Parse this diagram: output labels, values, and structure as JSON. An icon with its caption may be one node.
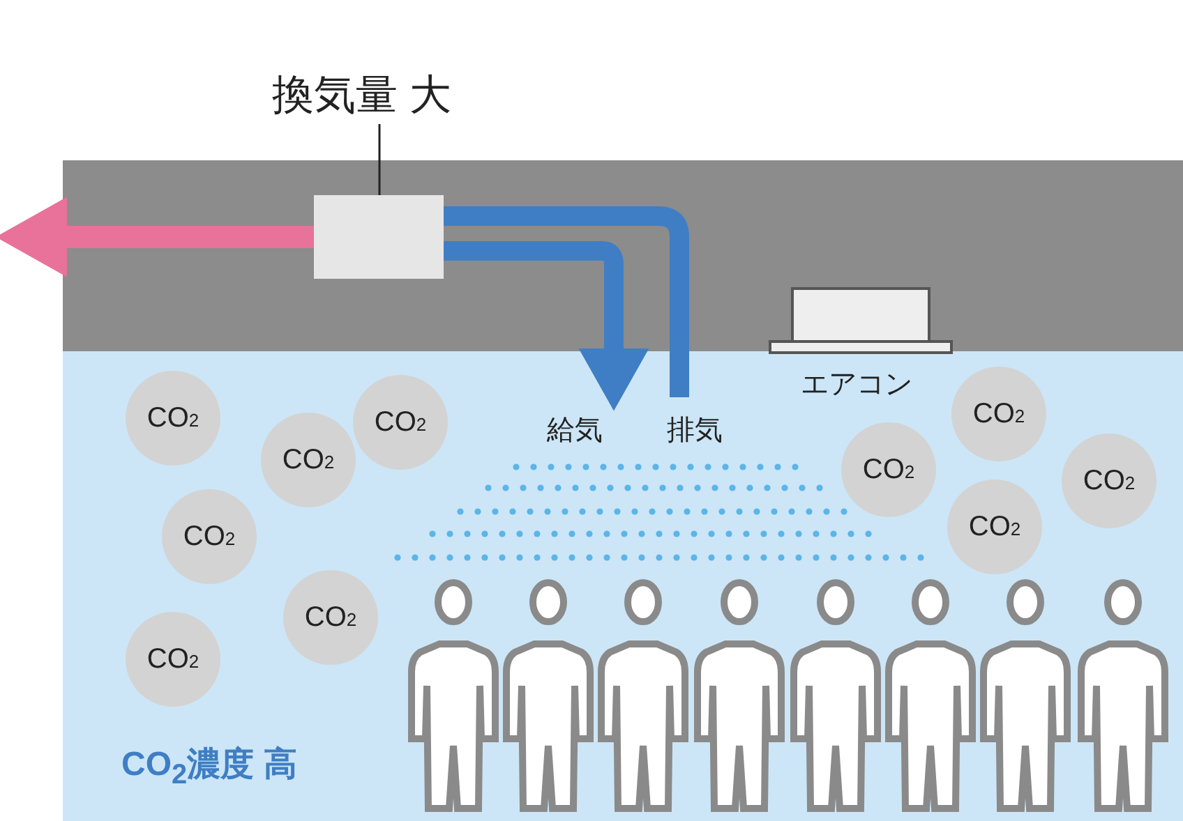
{
  "diagram": {
    "nodes": [
      {
        "text": [
          "換気量 大"
        ]
      },
      {
        "text": [],
        "shape": "box"
      },
      {
        "text": [
          "CO$_{2}$濃度 高"
        ]
      },
      {
        "text": [
          "CO$_{2}$"
        ],
        "in": 2
      },
      {
        "text": [
          "CO$_{2}$"
        ],
        "in": 2
      },
      {
        "text": [
          "CO$_{2}$"
        ],
        "in": 2
      },
      {
        "text": [
          "CO$_{2}$"
        ],
        "in": 2
      },
      {
        "text": [
          "CO$_{2}$"
        ],
        "in": 2
      },
      {
        "text": [
          "CO$_{2}$"
        ],
        "in": 2
      },
      {
        "text": [
          "CO$_{2}$"
        ],
        "in": 2
      },
      {
        "text": [
          "CO$_{2}$"
        ],
        "in": 2
      },
      {
        "text": [
          "CO$_{2}$"
        ],
        "in": 2
      },
      {
        "text": [
          "CO$_{2}$"
        ],
        "in": 2
      }
    ],
    "edges": [
      {
        "from": 0,
        "to": 1,
        "arrow": "none",
        "color": "#222222"
      },
      {
        "from": 1,
        "to": null,
        "arrow": "to",
        "color": "#e8729a"
      },
      {
        "from": 1,
        "to": 2,
        "arrow": "to",
        "label": "給気",
        "color": "#3f7ec4"
      },
      {
        "from": 2,
        "to": 1,
        "arrow": "none",
        "label": "排気",
        "color": "#3f7ec4"
      }
    ],
    "labels": [
      "エアコン"
    ]
  }
}
